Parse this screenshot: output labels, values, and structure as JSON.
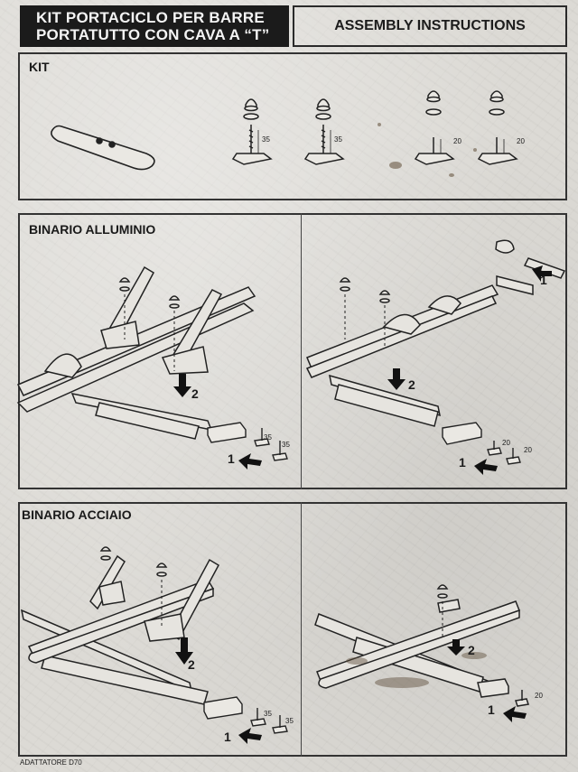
{
  "header": {
    "title_line1": "KIT PORTACICLO PER BARRE",
    "title_line2": "PORTATUTTO CON CAVA A “T”",
    "assembly": "ASSEMBLY INSTRUCTIONS"
  },
  "sections": {
    "kit": "KIT",
    "aluminium": "BINARIO ALLUMINIO",
    "steel": "BINARIO ACCIAIO"
  },
  "dimensions": {
    "d35": "35",
    "d20": "20"
  },
  "steps": {
    "one": "1",
    "two": "2"
  },
  "footer": {
    "text": "ADATTATORE D70"
  },
  "colors": {
    "ink": "#1c1c1c",
    "paper": "#dcdad5",
    "title_bg": "#1b1b1b"
  }
}
